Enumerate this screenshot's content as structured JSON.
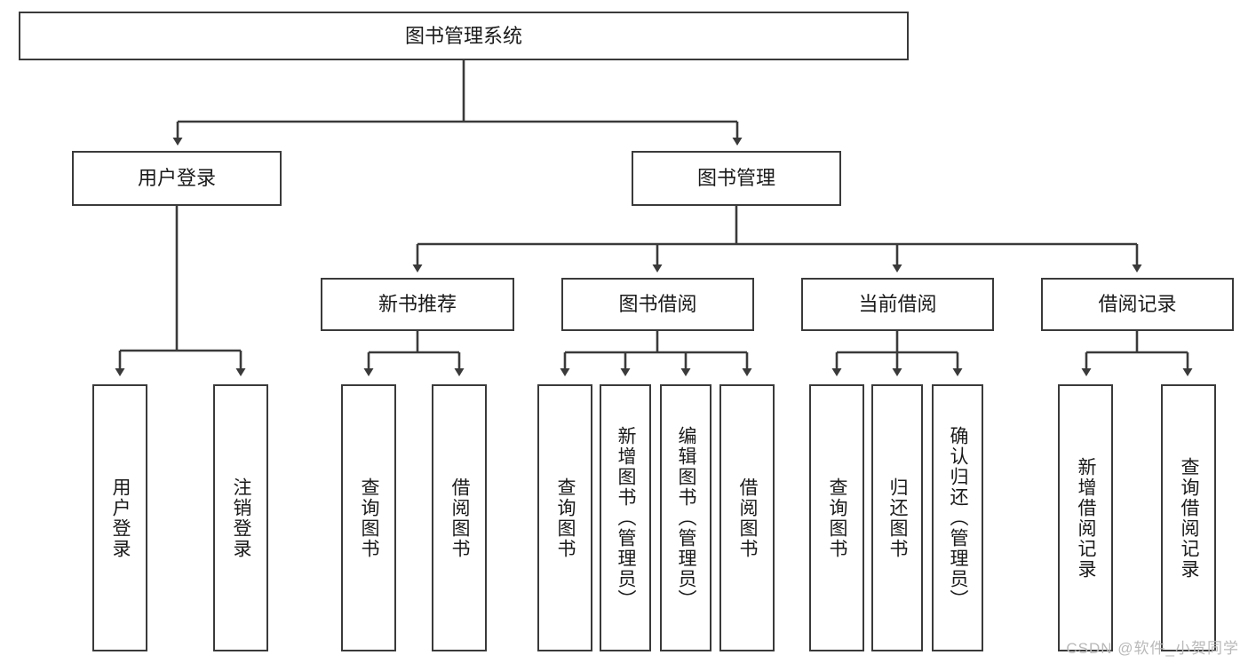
{
  "diagram": {
    "title": "图书管理系统",
    "type": "tree-hierarchy",
    "orientation": "top-down",
    "colors": {
      "box_border": "#3a3a3a",
      "box_fill": "#ffffff",
      "text": "#1a1a1a",
      "connector": "#3a3a3a",
      "watermark": "#b9b9b9"
    },
    "levels": {
      "root": {
        "label": "图书管理系统"
      },
      "level2": [
        {
          "id": "user-login",
          "label": "用户登录"
        },
        {
          "id": "book-management",
          "label": "图书管理"
        }
      ],
      "level3": [
        {
          "id": "new-book-recommend",
          "label": "新书推荐",
          "parent": "book-management"
        },
        {
          "id": "book-borrow",
          "label": "图书借阅",
          "parent": "book-management"
        },
        {
          "id": "current-borrow",
          "label": "当前借阅",
          "parent": "book-management"
        },
        {
          "id": "borrow-record",
          "label": "借阅记录",
          "parent": "book-management"
        }
      ],
      "leaves": [
        {
          "id": "leaf-user-login",
          "label": "用户登录",
          "parent": "user-login"
        },
        {
          "id": "leaf-logout-login",
          "label": "注销登录",
          "parent": "user-login"
        },
        {
          "id": "leaf-query-book-1",
          "label": "查询图书",
          "parent": "new-book-recommend"
        },
        {
          "id": "leaf-borrow-book-1",
          "label": "借阅图书",
          "parent": "new-book-recommend"
        },
        {
          "id": "leaf-query-book-2",
          "label": "查询图书",
          "parent": "book-borrow"
        },
        {
          "id": "leaf-add-book-admin",
          "label": "新增图书（管理员）",
          "parent": "book-borrow"
        },
        {
          "id": "leaf-edit-book-admin",
          "label": "编辑图书（管理员）",
          "parent": "book-borrow"
        },
        {
          "id": "leaf-borrow-book-2",
          "label": "借阅图书",
          "parent": "book-borrow"
        },
        {
          "id": "leaf-query-book-3",
          "label": "查询图书",
          "parent": "current-borrow"
        },
        {
          "id": "leaf-return-book",
          "label": "归还图书",
          "parent": "current-borrow"
        },
        {
          "id": "leaf-confirm-return-admin",
          "label": "确认归还（管理员）",
          "parent": "current-borrow"
        },
        {
          "id": "leaf-add-borrow-record",
          "label": "新增借阅记录",
          "parent": "borrow-record"
        },
        {
          "id": "leaf-query-borrow-record",
          "label": "查询借阅记录",
          "parent": "borrow-record"
        }
      ]
    },
    "watermark": "CSDN @软件_小贺同学"
  }
}
